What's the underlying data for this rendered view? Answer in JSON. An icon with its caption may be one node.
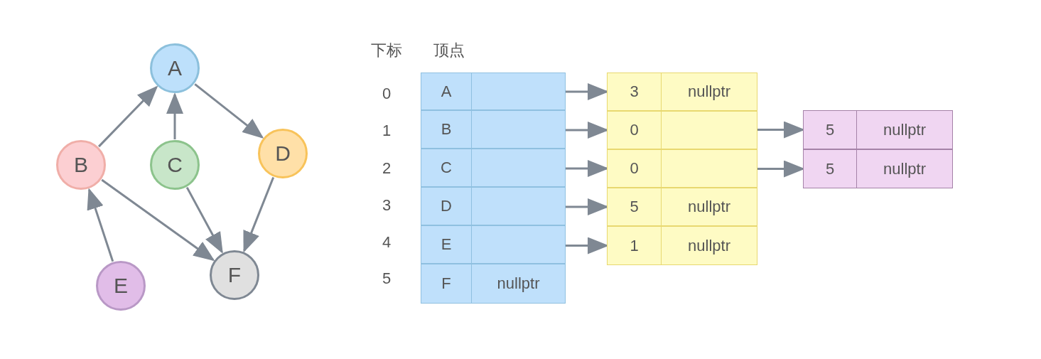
{
  "diagram": {
    "nodes": [
      {
        "text": [
          "A"
        ]
      },
      {
        "text": [
          "B"
        ]
      },
      {
        "text": [
          "C"
        ]
      },
      {
        "text": [
          "D"
        ]
      },
      {
        "text": [
          "E"
        ]
      },
      {
        "text": [
          "F"
        ]
      },
      {
        "text": [
          "A"
        ]
      },
      {
        "text": [],
        "shape": "box"
      },
      {
        "text": [
          "B"
        ]
      },
      {
        "text": [],
        "shape": "box"
      },
      {
        "text": [
          "C"
        ]
      },
      {
        "text": [],
        "shape": "box"
      },
      {
        "text": [
          "D"
        ]
      },
      {
        "text": [],
        "shape": "box"
      },
      {
        "text": [
          "E"
        ]
      },
      {
        "text": [],
        "shape": "box"
      },
      {
        "text": [
          "F"
        ]
      },
      {
        "text": [
          "nullptr"
        ]
      },
      {
        "text": [
          "3"
        ]
      },
      {
        "text": [
          "nullptr"
        ]
      },
      {
        "text": [
          "0"
        ]
      },
      {
        "text": [],
        "shape": "box"
      },
      {
        "text": [
          "0"
        ]
      },
      {
        "text": [],
        "shape": "box"
      },
      {
        "text": [
          "5"
        ]
      },
      {
        "text": [
          "nullptr"
        ]
      },
      {
        "text": [
          "1"
        ]
      },
      {
        "text": [
          "nullptr"
        ]
      },
      {
        "text": [
          "5"
        ]
      },
      {
        "text": [
          "nullptr"
        ]
      },
      {
        "text": [
          "5"
        ]
      },
      {
        "text": [
          "nullptr"
        ]
      }
    ],
    "edges": [
      {
        "from": 0,
        "to": 3,
        "arrow": "to"
      },
      {
        "from": 1,
        "to": 0,
        "arrow": "to"
      },
      {
        "from": 2,
        "to": 0,
        "arrow": "to"
      },
      {
        "from": 1,
        "to": 5,
        "arrow": "to"
      },
      {
        "from": 2,
        "to": 5,
        "arrow": "to"
      },
      {
        "from": 3,
        "to": 5,
        "arrow": "to"
      },
      {
        "from": 4,
        "to": 1,
        "arrow": "to"
      },
      {
        "from": 7,
        "to": 18,
        "arrow": "to"
      },
      {
        "from": 9,
        "to": 20,
        "arrow": "to"
      },
      {
        "from": 21,
        "to": 28,
        "arrow": "to"
      },
      {
        "from": 11,
        "to": 22,
        "arrow": "to"
      },
      {
        "from": 23,
        "to": 30,
        "arrow": "to"
      },
      {
        "from": 13,
        "to": 24,
        "arrow": "to"
      },
      {
        "from": 15,
        "to": 26,
        "arrow": "to"
      }
    ],
    "labels": [
      "下标",
      "顶点",
      "0",
      "1",
      "2",
      "3",
      "4",
      "5"
    ]
  }
}
